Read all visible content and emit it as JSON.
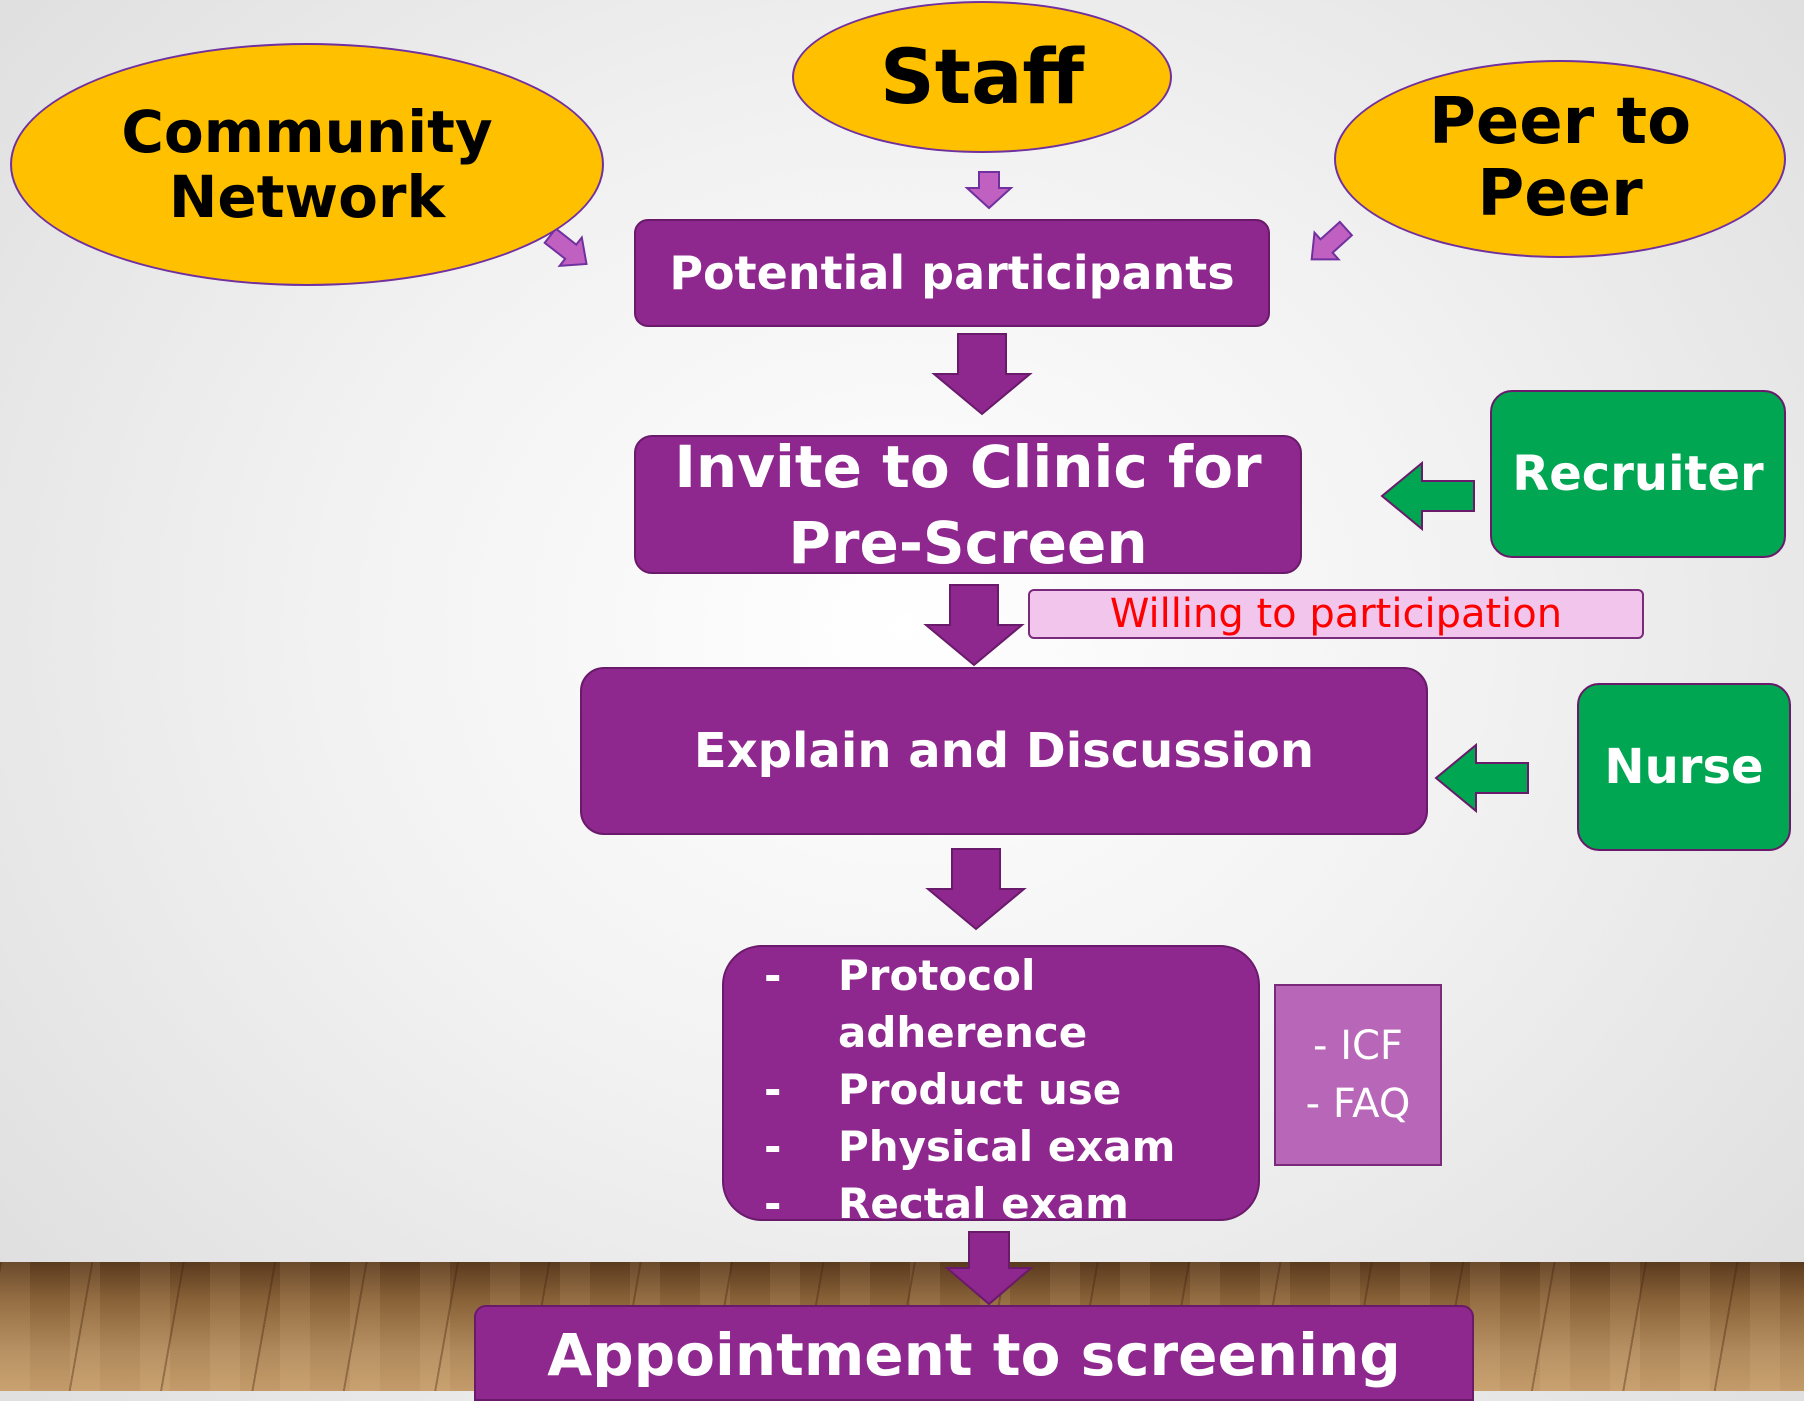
{
  "sources": {
    "community": [
      "Community",
      "Network"
    ],
    "staff": "Staff",
    "peer": [
      "Peer to",
      "Peer"
    ]
  },
  "steps": {
    "potential": "Potential participants",
    "invite": [
      "Invite to Clinic for",
      "Pre-Screen"
    ],
    "willing": "Willing to participation",
    "explain": "Explain and Discussion",
    "topics": [
      "Protocol",
      "adherence",
      "Product use",
      "Physical exam",
      "Rectal exam"
    ],
    "docs": [
      "- ICF",
      "- FAQ"
    ],
    "appointment": "Appointment to screening"
  },
  "roles": {
    "recruiter": "Recruiter",
    "nurse": "Nurse"
  },
  "colors": {
    "oval_fill": "#ffc000",
    "process_fill": "#8e278e",
    "role_fill": "#00a651",
    "small_arrow_fill": "#c060c0",
    "green_arrow_fill": "#00a651",
    "willing_text": "#ff0000"
  }
}
